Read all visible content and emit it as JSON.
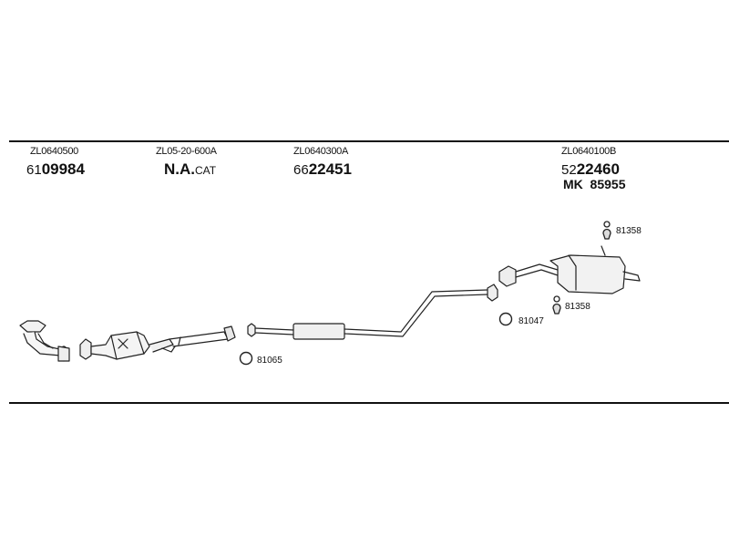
{
  "parts": [
    {
      "code": "ZL0640500",
      "prefix": "61",
      "number": "09984"
    },
    {
      "code": "ZL05-20-600A",
      "prefix": "N.A.",
      "number": "CAT"
    },
    {
      "code": "ZL0640300A",
      "prefix": "66",
      "number": "22451"
    },
    {
      "code": "ZL0640100B",
      "prefix": "52",
      "number": "22460",
      "extra": "MK  85955"
    }
  ],
  "fittings": {
    "gasket_front": "81065",
    "gasket_rear": "81047",
    "hanger_top": "81358",
    "hanger_bottom": "81358"
  }
}
